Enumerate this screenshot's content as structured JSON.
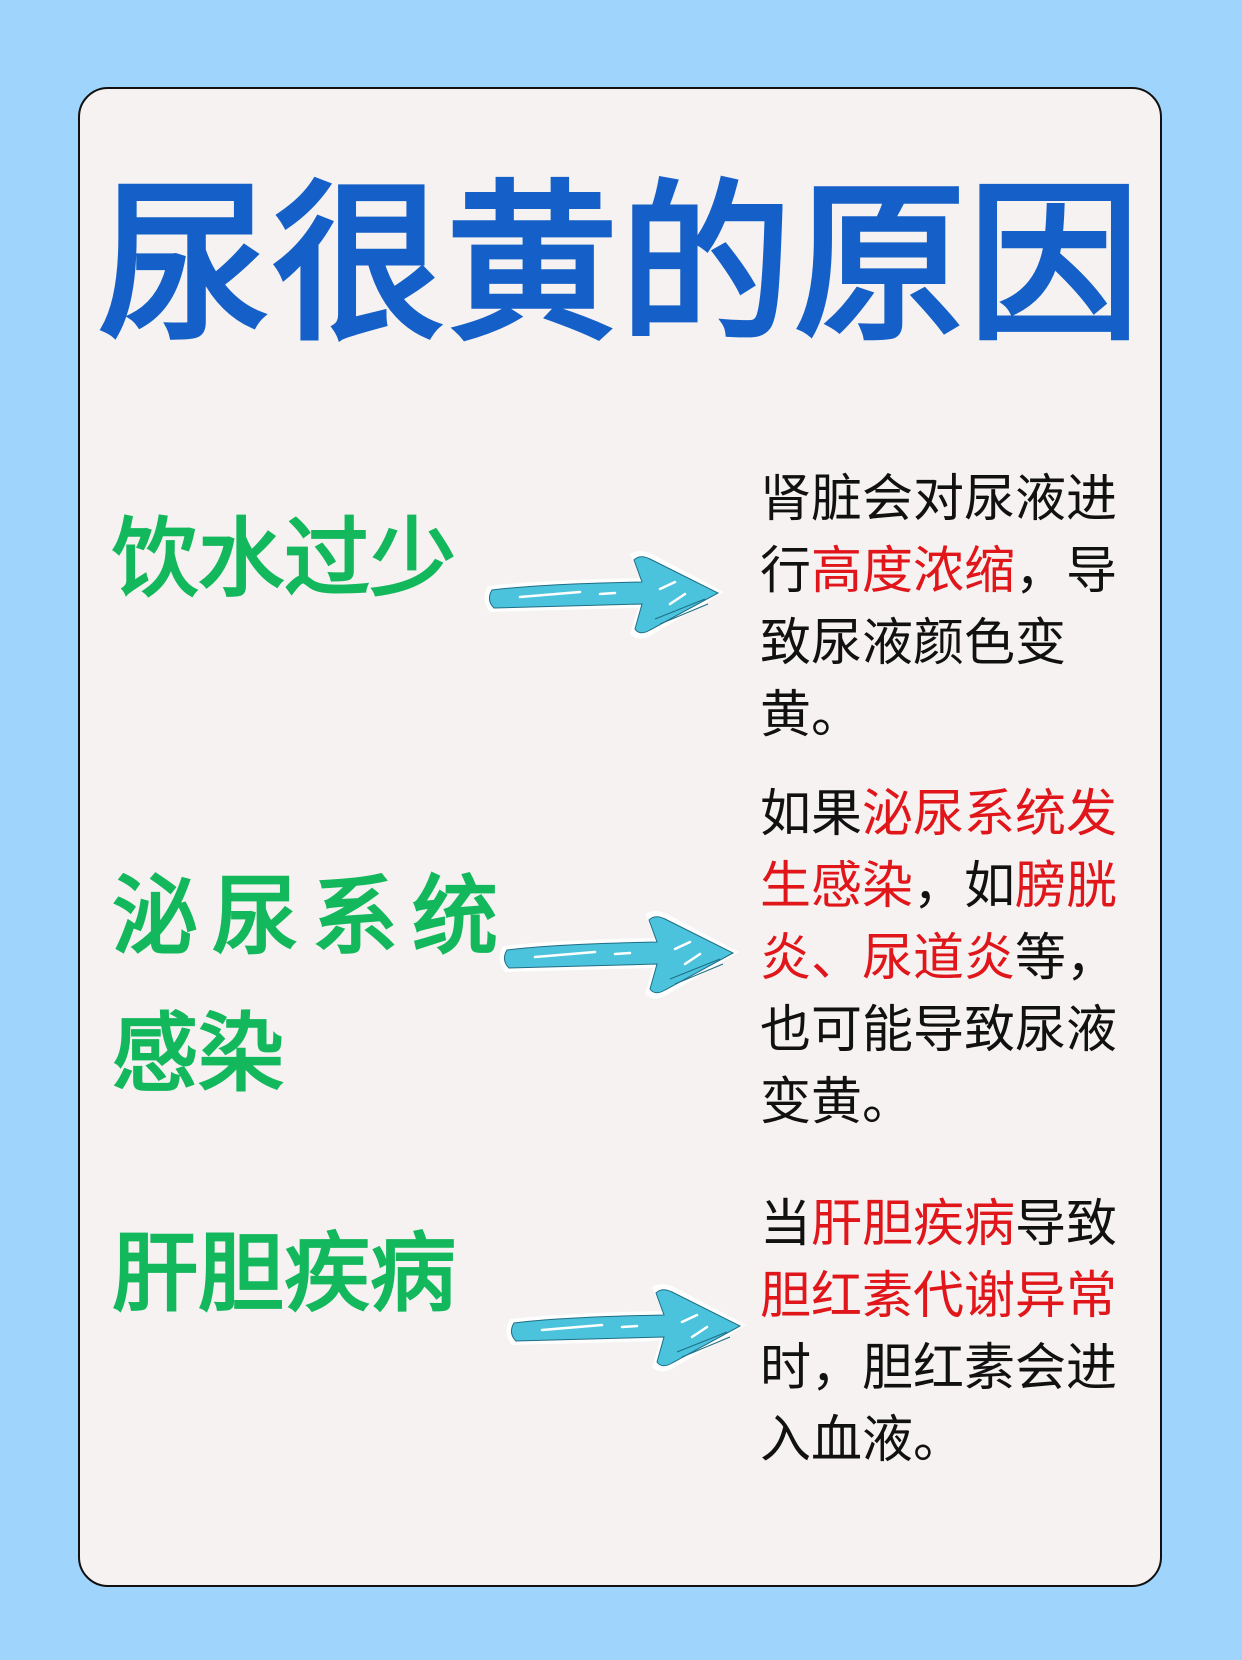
{
  "title": "尿很黄的原因",
  "colors": {
    "background": "#9fd4fd",
    "card": "#f5f2f1",
    "title": "#1560c8",
    "cause": "#13b85d",
    "highlight": "#e0161b",
    "arrow": "#4cc3dc",
    "text": "#111111"
  },
  "items": [
    {
      "cause": "饮水过少",
      "arrow_icon": "hand-drawn-arrow-right",
      "description": [
        {
          "text": "肾脏会对尿液进行",
          "highlight": false
        },
        {
          "text": "高度浓缩",
          "highlight": true
        },
        {
          "text": "，导致尿液颜色变黄。",
          "highlight": false
        }
      ]
    },
    {
      "cause_line1": "泌尿系统",
      "cause_line2": "感染",
      "arrow_icon": "hand-drawn-arrow-right",
      "description": [
        {
          "text": "如果",
          "highlight": false
        },
        {
          "text": "泌尿系统发生感染",
          "highlight": true
        },
        {
          "text": "，如",
          "highlight": false
        },
        {
          "text": "膀胱炎、尿道炎",
          "highlight": true
        },
        {
          "text": "等，也可能导致尿液变黄。",
          "highlight": false
        }
      ]
    },
    {
      "cause": "肝胆疾病",
      "arrow_icon": "hand-drawn-arrow-right",
      "description": [
        {
          "text": "当",
          "highlight": false
        },
        {
          "text": "肝胆疾病",
          "highlight": true
        },
        {
          "text": "导致",
          "highlight": false
        },
        {
          "text": "胆红素代谢异常",
          "highlight": true
        },
        {
          "text": "时，胆红素会进入血液。",
          "highlight": false
        }
      ]
    }
  ]
}
